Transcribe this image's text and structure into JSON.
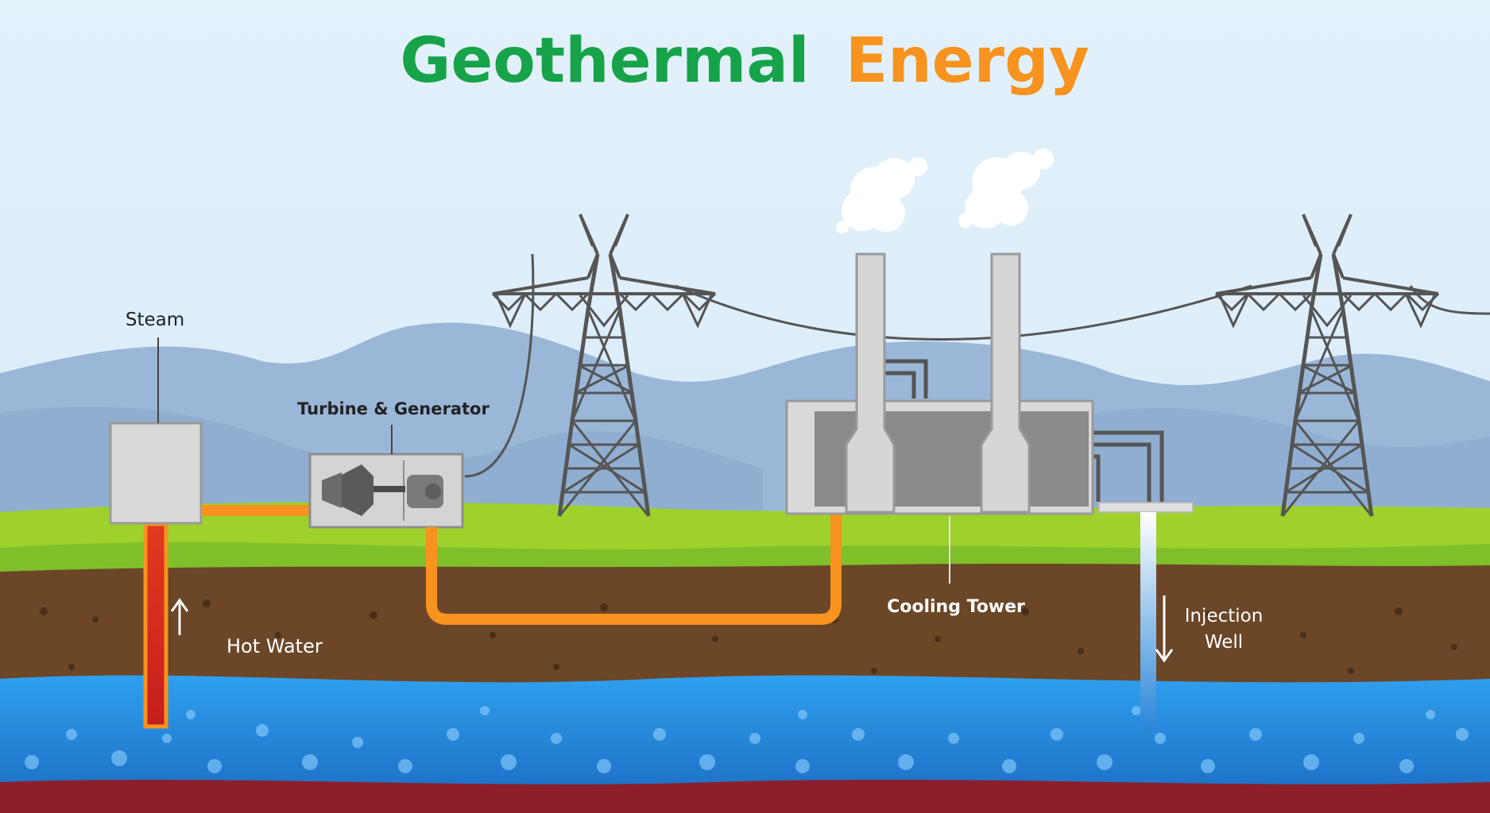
{
  "title": {
    "part1": "Geothermal",
    "part2": "Energy",
    "color1": "#17a34a",
    "color2": "#f7931e"
  },
  "labels": {
    "steam": "Steam",
    "turbine": "Turbine & Generator",
    "cooling": "Cooling Tower",
    "hot_water": "Hot Water",
    "injection_line1": "Injection",
    "injection_line2": "Well"
  },
  "colors": {
    "sky": "#ddeefa",
    "mountain": "#9ab7d8",
    "grass": "#8ccc2c",
    "soil": "#6b4627",
    "water": "#2f8fdd",
    "magma": "#8c1f2a",
    "pipe_orange": "#f7931e",
    "pipe_hot": "#d9331f",
    "tower_gray": "#4a4a4a"
  },
  "icons": {
    "left_pylon": "transmission-tower-icon",
    "right_pylon": "transmission-tower-icon",
    "steam_cloud": "steam-cloud-icon",
    "arrow_up": "arrow-up-icon",
    "arrow_down": "arrow-down-icon"
  }
}
